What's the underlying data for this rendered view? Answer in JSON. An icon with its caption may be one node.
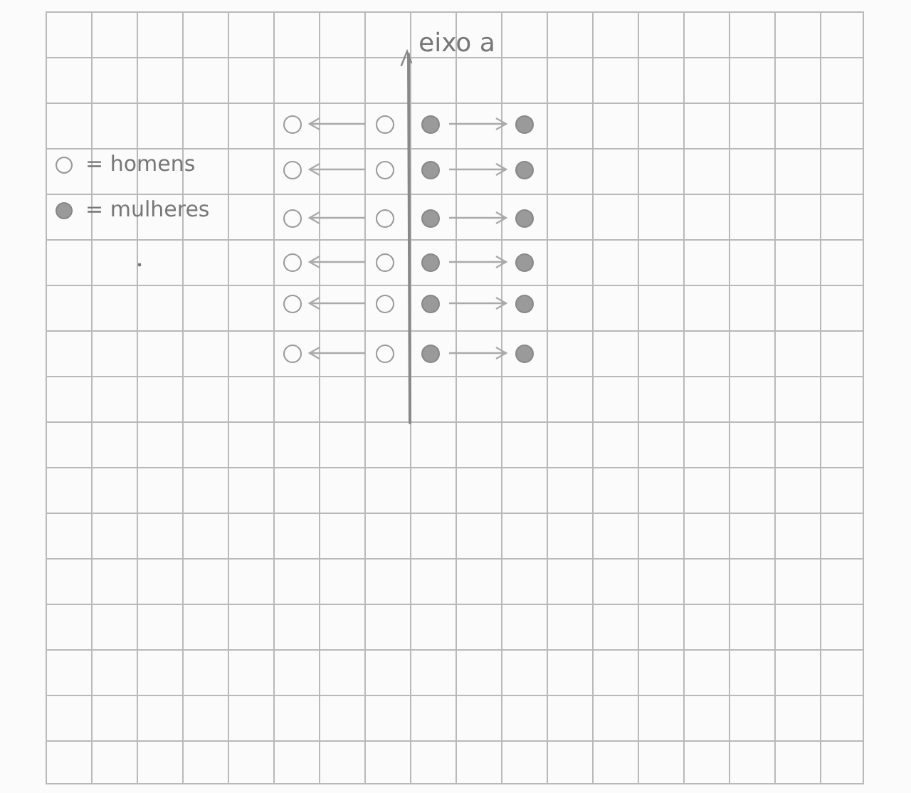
{
  "diagram": {
    "nodes": [
      {
        "text": [],
        "shape": "circle"
      },
      {
        "text": [],
        "shape": "circle"
      },
      {
        "text": [],
        "shape": "circle"
      },
      {
        "text": [],
        "shape": "circle"
      },
      {
        "text": [],
        "shape": "circle"
      },
      {
        "text": [],
        "shape": "circle"
      },
      {
        "text": [],
        "shape": "circle"
      },
      {
        "text": [],
        "shape": "circle"
      },
      {
        "text": [],
        "shape": "circle"
      },
      {
        "text": [],
        "shape": "circle"
      },
      {
        "text": [],
        "shape": "circle"
      },
      {
        "text": [],
        "shape": "circle"
      },
      {
        "text": [],
        "shape": "circle"
      },
      {
        "text": [],
        "shape": "circle"
      },
      {
        "text": [],
        "shape": "circle"
      },
      {
        "text": [],
        "shape": "circle"
      },
      {
        "text": [],
        "shape": "circle"
      },
      {
        "text": [],
        "shape": "circle"
      },
      {
        "text": [],
        "shape": "circle"
      },
      {
        "text": [],
        "shape": "circle"
      },
      {
        "text": [],
        "shape": "circle"
      },
      {
        "text": [],
        "shape": "circle"
      },
      {
        "text": [],
        "shape": "circle"
      },
      {
        "text": [],
        "shape": "circle"
      }
    ],
    "edges": [
      {
        "from": 1,
        "to": 0,
        "arrow": "to"
      },
      {
        "from": 2,
        "to": 3,
        "arrow": "to"
      },
      {
        "from": 5,
        "to": 4,
        "arrow": "to"
      },
      {
        "from": 6,
        "to": 7,
        "arrow": "to"
      },
      {
        "from": 9,
        "to": 8,
        "arrow": "to"
      },
      {
        "from": 10,
        "to": 11,
        "arrow": "to"
      },
      {
        "from": 13,
        "to": 12,
        "arrow": "to"
      },
      {
        "from": 14,
        "to": 15,
        "arrow": "to"
      },
      {
        "from": 17,
        "to": 16,
        "arrow": "to"
      },
      {
        "from": 18,
        "to": 19,
        "arrow": "to"
      },
      {
        "from": 21,
        "to": 20,
        "arrow": "to"
      },
      {
        "from": 22,
        "to": 23,
        "arrow": "to"
      }
    ],
    "labels": [
      "eixo a"
    ],
    "legend": [
      {
        "text": "= homens"
      },
      {
        "text": "= mulheres"
      }
    ]
  }
}
